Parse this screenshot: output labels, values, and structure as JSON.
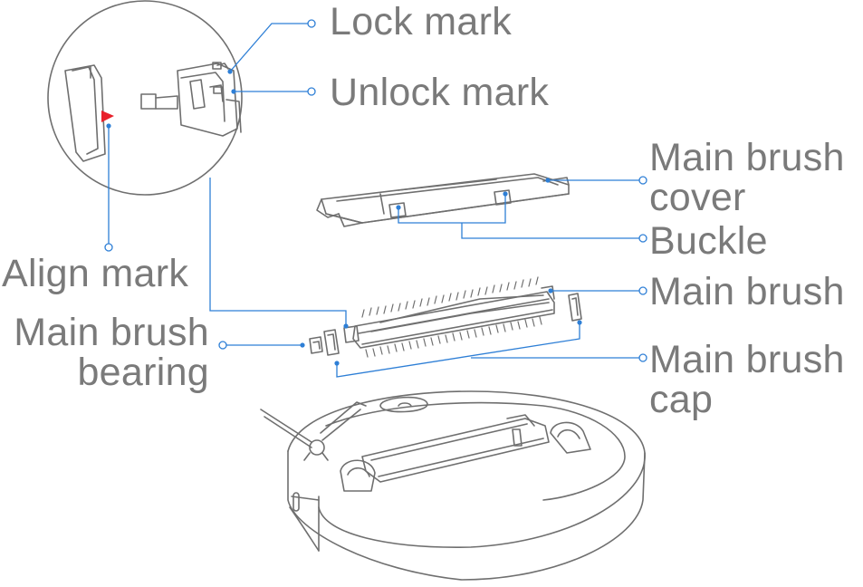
{
  "colors": {
    "text": "#7a7a7a",
    "leader": "#2e7fd6",
    "drawing": "#6f6f6f",
    "align_marker": "#e8202a"
  },
  "labels": {
    "lock_mark": "Lock mark",
    "unlock_mark": "Unlock mark",
    "main_brush_cover_1": "Main brush",
    "main_brush_cover_2": "cover",
    "buckle": "Buckle",
    "align_mark": "Align mark",
    "main_brush": "Main brush",
    "main_brush_bearing_1": "Main brush",
    "main_brush_bearing_2": "bearing",
    "main_brush_cap_1": "Main brush",
    "main_brush_cap_2": "cap"
  }
}
